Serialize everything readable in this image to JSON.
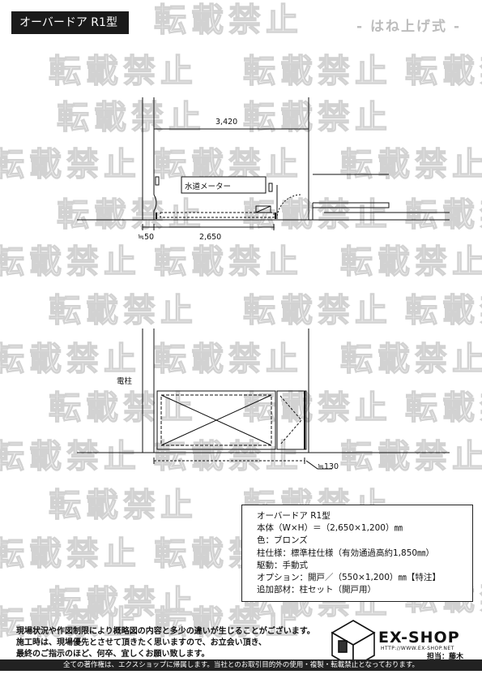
{
  "header": {
    "title": "オーバードア R1型",
    "type_label": "- はね上げ式 -"
  },
  "watermark": "転載禁止",
  "plan": {
    "width_dim": "3,420",
    "meter_label": "水道メーター",
    "left_offset": "≒50",
    "opening_dim": "2,650"
  },
  "elevation": {
    "pole_label": "電柱",
    "offset_dim": "≒130"
  },
  "spec": {
    "lines": [
      "オーバードア R1型",
      "本体（W×H）＝（2,650×1,200）㎜",
      "色：ブロンズ",
      "柱仕様：標準柱仕様（有効通過高約1,850㎜）",
      "駆動：手動式",
      "オプション：開戸／（550×1,200）㎜【特注】",
      "追加部材：柱セット（開戸用）"
    ]
  },
  "notes": [
    "現場状況や作図制限により概略図の内容と多少の違いが生じることがございます。",
    "施工時は、現場優先とさせて頂きたく思いますので、お立会い頂き、",
    "最終のご指示のほど、何卒、宜しくお願い致します。"
  ],
  "logo": {
    "name": "EX-SHOP",
    "url": "HTTP://WWW.EX-SHOP.NET"
  },
  "person": "担当：藤木",
  "footer": "全ての著作権は、エクスショップに帰属します。当社とのお取引目的外の使用・複製・転載禁止となっております。"
}
